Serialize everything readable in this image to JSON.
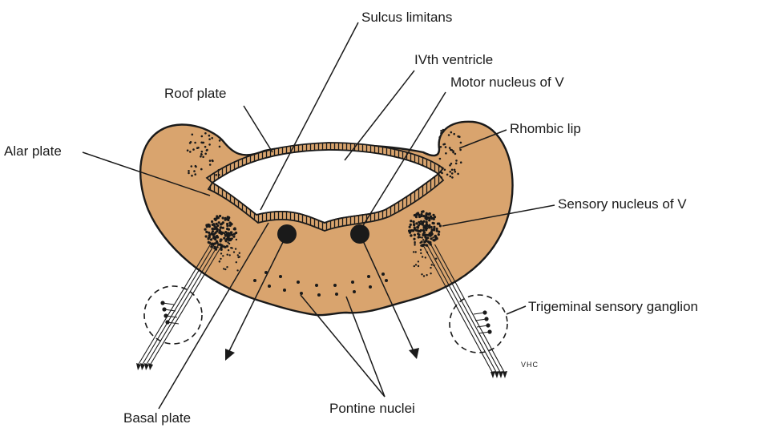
{
  "labels": {
    "sulcus_limitans": "Sulcus limitans",
    "ivth_ventricle": "IVth ventricle",
    "roof_plate": "Roof plate",
    "motor_nucleus": "Motor nucleus of V",
    "rhombic_lip": "Rhombic lip",
    "alar_plate": "Alar plate",
    "sensory_nucleus": "Sensory nucleus of V",
    "trigeminal_ganglion": "Trigeminal sensory ganglion",
    "basal_plate": "Basal plate",
    "pontine_nuclei": "Pontine nuclei",
    "signature": "VHC"
  },
  "colors": {
    "tissue": "#d9a46e",
    "outline": "#1a1a1a",
    "background": "#ffffff"
  }
}
